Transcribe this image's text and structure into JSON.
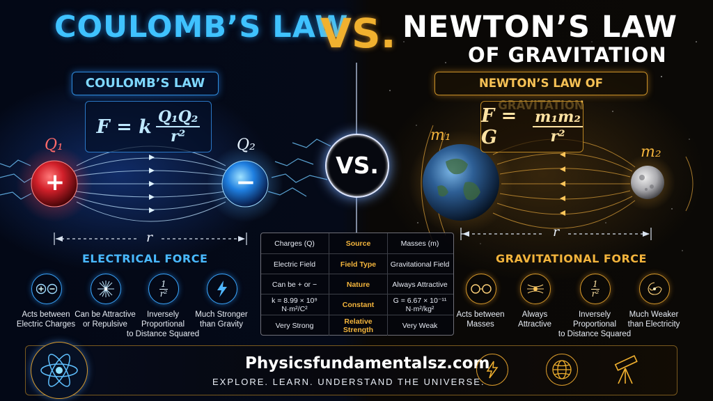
{
  "header": {
    "title_left": "COULOMB’S LAW",
    "title_vs": "VS.",
    "title_right_line1": "NEWTON’S LAW",
    "title_right_line2": "OF GRAVITATION"
  },
  "left": {
    "panel_title": "COULOMB’S LAW",
    "formula_lhs": "F = k",
    "formula_num": "Q₁Q₂",
    "formula_den": "r²",
    "charge_pos_label": "Q₁",
    "charge_neg_label": "Q₂",
    "charge_pos_symbol": "+",
    "charge_neg_symbol": "−",
    "distance_label": "r",
    "force_title": "ELECTRICAL FORCE",
    "features": [
      {
        "icon": "plus-minus-icon",
        "caption_l1": "Acts between",
        "caption_l2": "Electric Charges"
      },
      {
        "icon": "radial-field-icon",
        "caption_l1": "Can be Attractive",
        "caption_l2": "or Repulsive"
      },
      {
        "icon": "inverse-square-icon",
        "symbol_num": "1",
        "symbol_den": "r²",
        "caption_l1": "Inversely Proportional",
        "caption_l2": "to Distance Squared"
      },
      {
        "icon": "lightning-icon",
        "caption_l1": "Much Stronger",
        "caption_l2": "than Gravity"
      }
    ]
  },
  "center": {
    "vs_label": "VS."
  },
  "right": {
    "panel_title": "NEWTON’S LAW OF GRAVITATION",
    "formula_lhs": "F = G",
    "formula_num": "m₁m₂",
    "formula_den": "r²",
    "mass1_label": "m₁",
    "mass2_label": "m₂",
    "distance_label": "r",
    "force_title": "GRAVITATIONAL FORCE",
    "features": [
      {
        "icon": "two-masses-icon",
        "caption_l1": "Acts between",
        "caption_l2": "Masses"
      },
      {
        "icon": "converging-field-icon",
        "caption_l1": "Always",
        "caption_l2": "Attractive"
      },
      {
        "icon": "inverse-square-icon",
        "symbol_num": "1",
        "symbol_den": "r²",
        "caption_l1": "Inversely Proportional",
        "caption_l2": "to Distance Squared"
      },
      {
        "icon": "galaxy-icon",
        "caption_l1": "Much Weaker",
        "caption_l2": "than Electricity"
      }
    ]
  },
  "comparison": {
    "rows": [
      {
        "left": "Charges (Q)",
        "center": "Source",
        "right": "Masses (m)"
      },
      {
        "left": "Electric Field",
        "center": "Field Type",
        "right": "Gravitational Field"
      },
      {
        "left": "Can be + or −",
        "center": "Nature",
        "right": "Always Attractive"
      },
      {
        "left_l1": "k = 8.99 × 10⁹",
        "left_l2": "N·m²/C²",
        "center": "Constant",
        "right_l1": "G = 6.67 × 10⁻¹¹",
        "right_l2": "N·m²/kg²"
      },
      {
        "left": "Very Strong",
        "center": "Relative Strength",
        "right": "Very Weak"
      }
    ]
  },
  "footer": {
    "site": "Physicsfundamentalsz.com",
    "tagline": "EXPLORE. LEARN. UNDERSTAND THE UNIVERSE.",
    "icons": [
      "atom-icon",
      "lightning-icon",
      "globe-icon",
      "telescope-icon"
    ]
  },
  "colors": {
    "electric_blue": "#3fc2ff",
    "gravity_gold": "#f1b12f",
    "background": "#04060c"
  }
}
